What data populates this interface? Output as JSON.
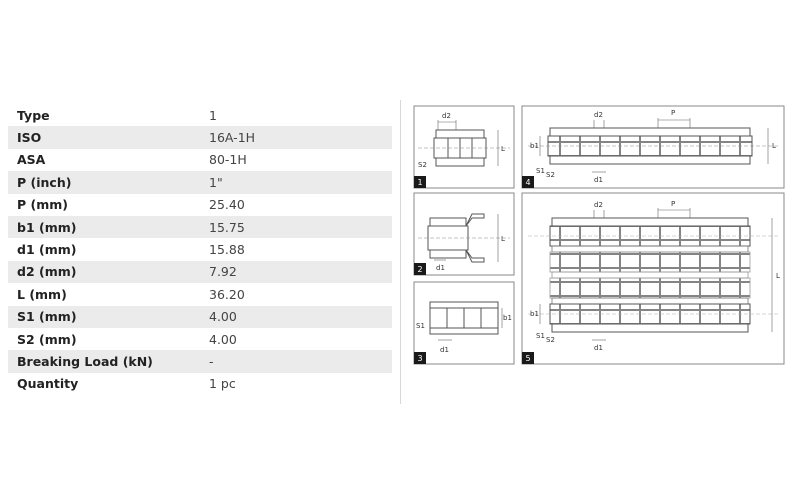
{
  "specs": [
    {
      "label": "Type",
      "value": "1"
    },
    {
      "label": "ISO",
      "value": "16A-1H"
    },
    {
      "label": "ASA",
      "value": "80-1H"
    },
    {
      "label": "P (inch)",
      "value": "1\""
    },
    {
      "label": "P (mm)",
      "value": "25.40"
    },
    {
      "label": "b1 (mm)",
      "value": "15.75"
    },
    {
      "label": "d1 (mm)",
      "value": "15.88"
    },
    {
      "label": "d2 (mm)",
      "value": "7.92"
    },
    {
      "label": "L (mm)",
      "value": "36.20"
    },
    {
      "label": "S1 (mm)",
      "value": "4.00"
    },
    {
      "label": "S2 (mm)",
      "value": "4.00"
    },
    {
      "label": "Breaking Load (kN)",
      "value": "-"
    },
    {
      "label": "Quantity",
      "value": "1 pc"
    }
  ],
  "diagrams": {
    "panel_numbers": [
      "1",
      "2",
      "3",
      "4",
      "5"
    ],
    "dim_labels": {
      "d1": "d1",
      "d2": "d2",
      "b1": "b1",
      "s1": "S1",
      "s2": "S2",
      "l": "L",
      "p": "P"
    }
  }
}
